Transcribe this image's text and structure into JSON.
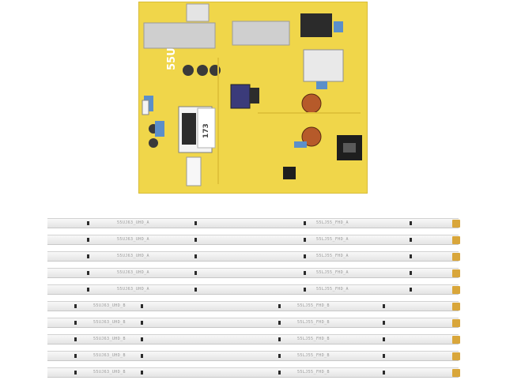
{
  "photo": {
    "subject": "lcd-tv-power-supply-board-with-led-strips"
  },
  "board": {
    "silkscreen_model": "55U",
    "silkscreen_number": "173"
  },
  "strips": {
    "type_a": {
      "label_left": "55UJ63_UHD_A",
      "label_right": "55LJ55_FHD_A",
      "count": 5
    },
    "type_b": {
      "label_left": "55UJ63_UHD_B",
      "label_right": "55LJ55_FHD_B",
      "count": 5
    }
  },
  "colors": {
    "board": "#f0d64a",
    "heatsink": "#c9c9c9",
    "strip": "#eeeeee"
  }
}
